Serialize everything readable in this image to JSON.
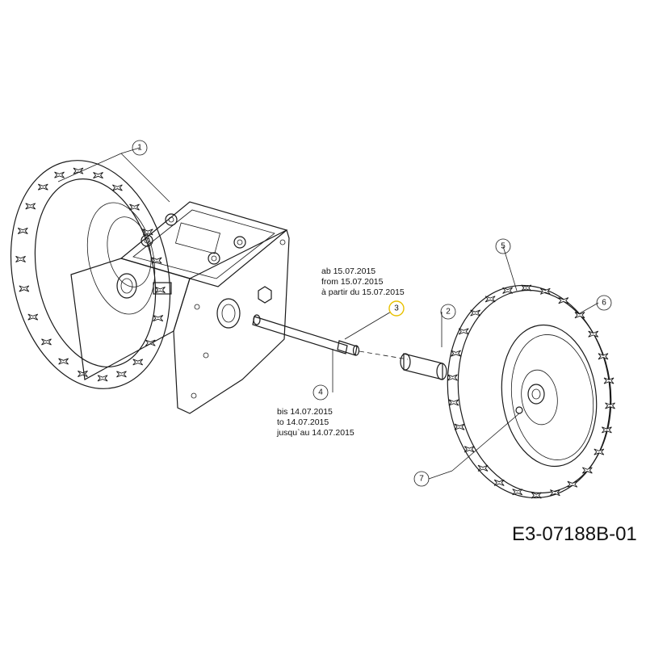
{
  "callouts": [
    {
      "id": "1",
      "label": "1"
    },
    {
      "id": "2",
      "label": "2"
    },
    {
      "id": "3",
      "label": "3",
      "highlight": "#e8c100"
    },
    {
      "id": "4",
      "label": "4"
    },
    {
      "id": "5",
      "label": "5"
    },
    {
      "id": "6",
      "label": "6"
    },
    {
      "id": "7",
      "label": "7"
    }
  ],
  "notes": {
    "from_date": [
      "ab 15.07.2015",
      "from 15.07.2015",
      "à partir du 15.07.2015"
    ],
    "until_date": [
      "bis 14.07.2015",
      "to 14.07.2015",
      "jusqu`au 14.07.2015"
    ]
  },
  "drawing_code": "E3-07188B-01"
}
